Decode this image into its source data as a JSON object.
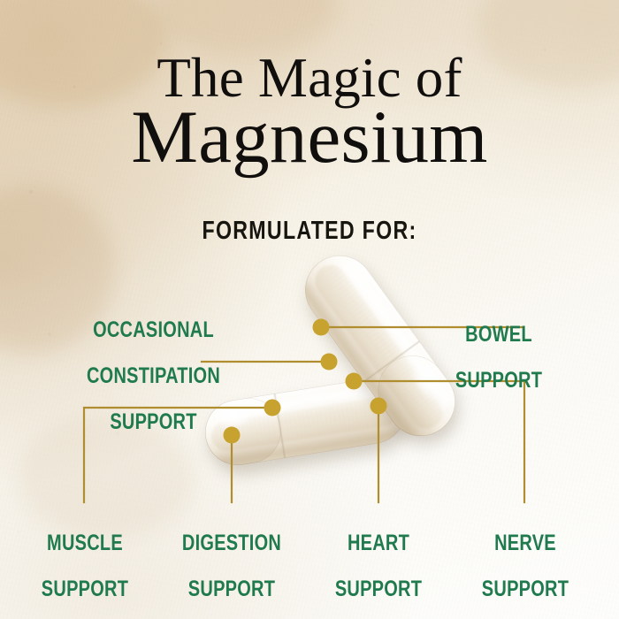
{
  "header": {
    "title_line1": "The Magic of",
    "title_line2": "Magnesium",
    "subtitle": "FORMULATED FOR:"
  },
  "callouts": [
    {
      "id": "occasional-constipation-support",
      "text": "OCCASIONAL CONSTIPATION SUPPORT",
      "lines": [
        "OCCASIONAL",
        "CONSTIPATION",
        "SUPPORT"
      ],
      "position": "left-upper"
    },
    {
      "id": "bowel-support",
      "text": "BOWEL SUPPORT",
      "lines": [
        "BOWEL",
        "SUPPORT"
      ],
      "position": "right-upper"
    },
    {
      "id": "muscle-support",
      "text": "MUSCLE SUPPORT",
      "lines": [
        "MUSCLE",
        "SUPPORT"
      ],
      "position": "bottom-1"
    },
    {
      "id": "digestion-support",
      "text": "DIGESTION SUPPORT",
      "lines": [
        "DIGESTION",
        "SUPPORT"
      ],
      "position": "bottom-2"
    },
    {
      "id": "heart-support",
      "text": "HEART SUPPORT",
      "lines": [
        "HEART",
        "SUPPORT"
      ],
      "position": "bottom-3"
    },
    {
      "id": "nerve-support",
      "text": "NERVE SUPPORT",
      "lines": [
        "NERVE",
        "SUPPORT"
      ],
      "position": "bottom-4"
    }
  ],
  "product": {
    "image_subject": "two-white-capsules",
    "capsule_count": 2
  },
  "colors": {
    "label_green": "#1f7a4d",
    "connector_gold": "#b08d2e",
    "dot_gold": "#c8a22e",
    "title_black": "#100f0d",
    "paper_light": "#fbfaf6",
    "paper_dark": "#efe6d4",
    "capsule_cream": "#f3ece0"
  }
}
